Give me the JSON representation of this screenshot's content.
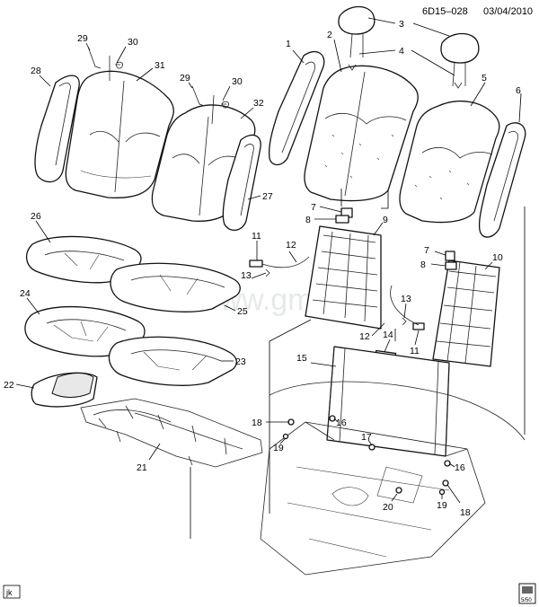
{
  "header": {
    "code": "6D15–028",
    "date": "03/04/2010"
  },
  "watermark": "www.gmsh.ru",
  "footer": {
    "left_ref": "jk",
    "right_ref": "5/50"
  },
  "callouts": {
    "c1": "1",
    "c2": "2",
    "c3": "3",
    "c4": "4",
    "c5": "5",
    "c6": "6",
    "c7a": "7",
    "c7b": "7",
    "c8a": "8",
    "c8b": "8",
    "c9": "9",
    "c10": "10",
    "c11a": "11",
    "c11b": "11",
    "c12a": "12",
    "c12b": "12",
    "c13a": "13",
    "c13b": "13",
    "c14": "14",
    "c15": "15",
    "c16a": "16",
    "c16b": "16",
    "c17": "17",
    "c18a": "18",
    "c18b": "18",
    "c19a": "19",
    "c19b": "19",
    "c20": "20",
    "c21": "21",
    "c22": "22",
    "c23": "23",
    "c24": "24",
    "c25": "25",
    "c26": "26",
    "c27": "27",
    "c28": "28",
    "c29a": "29",
    "c29b": "29",
    "c30a": "30",
    "c30b": "30",
    "c31": "31",
    "c32": "32"
  },
  "icons": {
    "footer_right": "seat-diagram-icon"
  }
}
